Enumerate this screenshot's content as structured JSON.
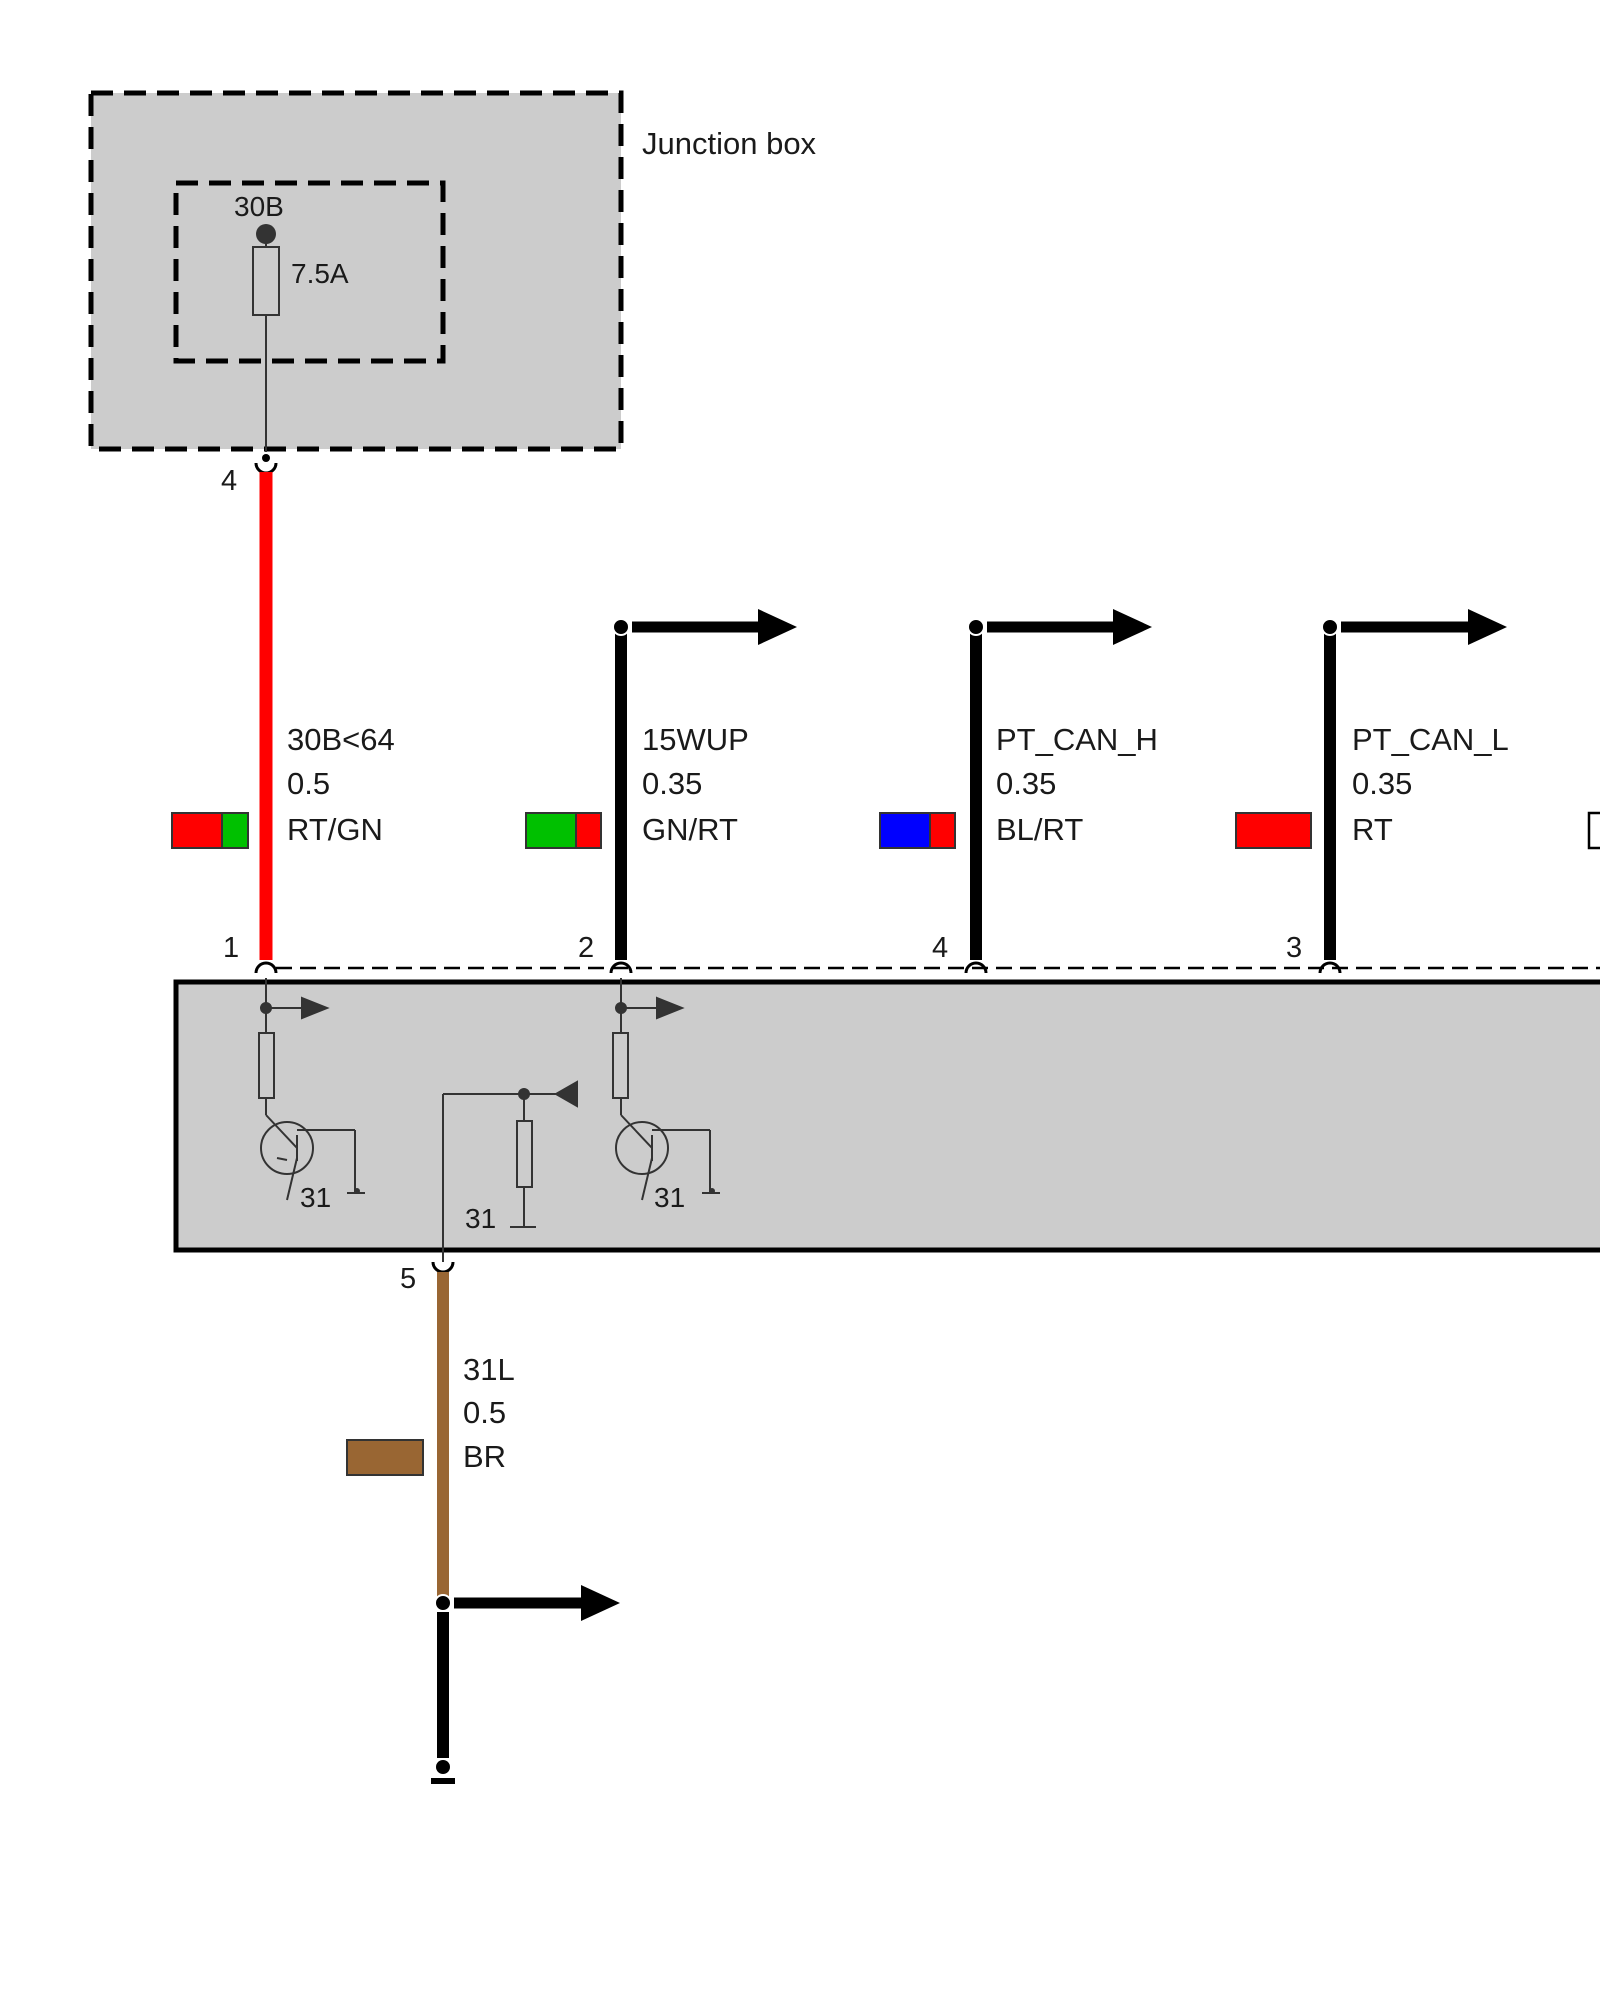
{
  "junction_box": {
    "label": "Junction box",
    "terminal": "30B",
    "fuse_rating": "7.5A",
    "output_pin": "4"
  },
  "wires": [
    {
      "id": "w1",
      "pin": "1",
      "signal": "30B<64",
      "cross_section": "0.5",
      "color_code": "RT/GN",
      "swatch": [
        "#ff0000",
        "#00c000"
      ],
      "line_color": "#ff0000"
    },
    {
      "id": "w2",
      "pin": "2",
      "signal": "15WUP",
      "cross_section": "0.35",
      "color_code": "GN/RT",
      "swatch": [
        "#00c000",
        "#ff0000"
      ],
      "line_color": "#000000"
    },
    {
      "id": "w3",
      "pin": "4",
      "signal": "PT_CAN_H",
      "cross_section": "0.35",
      "color_code": "BL/RT",
      "swatch": [
        "#0000ff",
        "#ff0000"
      ],
      "line_color": "#000000"
    },
    {
      "id": "w4",
      "pin": "3",
      "signal": "PT_CAN_L",
      "cross_section": "0.35",
      "color_code": "RT",
      "swatch": [
        "#ff0000"
      ],
      "line_color": "#000000"
    }
  ],
  "module": {
    "ground_labels": [
      "31",
      "31",
      "31"
    ]
  },
  "ground_wire": {
    "pin": "5",
    "signal": "31L",
    "cross_section": "0.5",
    "color_code": "BR",
    "swatch": [
      "#996633"
    ],
    "line_color": "#996633"
  }
}
